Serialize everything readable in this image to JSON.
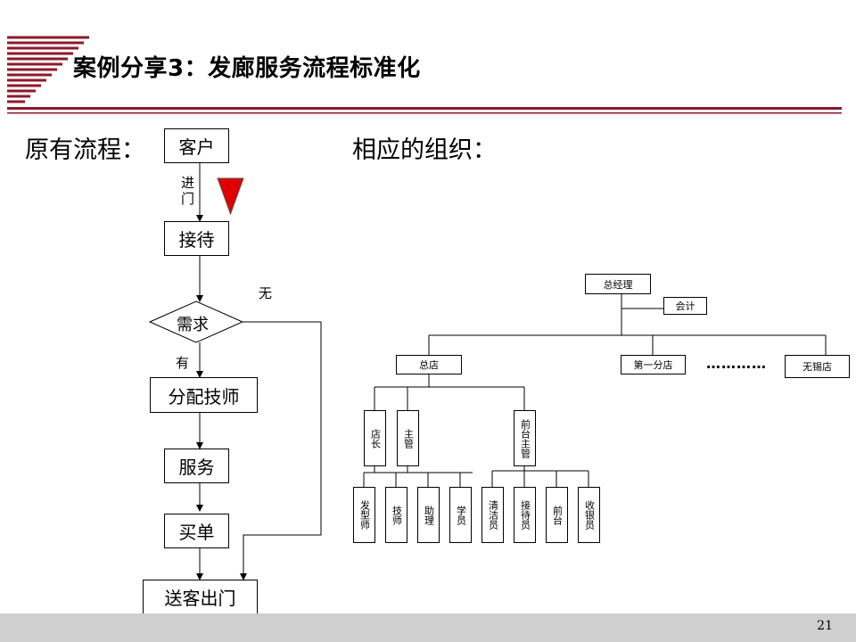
{
  "slide": {
    "title": "案例分享3：发廊服务流程标准化",
    "page_number": "21",
    "accent_color": "#8b1a2b"
  },
  "flow": {
    "heading": "原有流程：",
    "nodes": {
      "customer": "客户",
      "reception": "接待",
      "demand": "需求",
      "assign": "分配技师",
      "service": "服务",
      "checkout": "买单",
      "seeoff": "送客出门"
    },
    "labels": {
      "enter": "进\n门",
      "none": "无",
      "has": "有"
    }
  },
  "org": {
    "heading": "相应的组织：",
    "gm": "总经理",
    "accountant": "会计",
    "hq": "总店",
    "branch1": "第一分店",
    "ellipsis": "…………",
    "wuxi": "无锡店",
    "store_manager": "店长",
    "supervisor": "主管",
    "front_supervisor": "前台主管",
    "staff": [
      "发型师",
      "技师",
      "助理",
      "学员",
      "清洁员",
      "接待员",
      "前台",
      "收银员"
    ]
  }
}
